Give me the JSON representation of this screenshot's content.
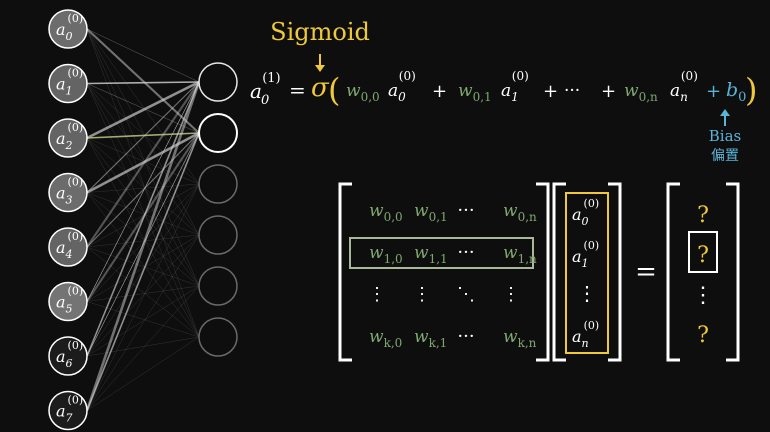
{
  "colors": {
    "background": "#0e0e0e",
    "weight_green": "#7fa86e",
    "sigmoid_yellow": "#f0c93a",
    "bias_blue": "#5ab4d8",
    "neuron_gray": "#8c8c8c",
    "edge": "#cfcfcf"
  },
  "input_layer": {
    "neurons": [
      {
        "label": "a",
        "sub": "0",
        "sup": "(0)",
        "activation": 0.55
      },
      {
        "label": "a",
        "sub": "1",
        "sup": "(0)",
        "activation": 0.5
      },
      {
        "label": "a",
        "sub": "2",
        "sup": "(0)",
        "activation": 0.5
      },
      {
        "label": "a",
        "sub": "3",
        "sup": "(0)",
        "activation": 0.55
      },
      {
        "label": "a",
        "sub": "4",
        "sup": "(0)",
        "activation": 0.5
      },
      {
        "label": "a",
        "sub": "5",
        "sup": "(0)",
        "activation": 0.6
      },
      {
        "label": "a",
        "sub": "6",
        "sup": "(0)",
        "activation": 0.05
      },
      {
        "label": "a",
        "sub": "7",
        "sup": "(0)",
        "activation": 0.05
      }
    ]
  },
  "hidden_layer": {
    "neuron_count": 6,
    "highlighted_index": 1
  },
  "equation": {
    "sigmoid_label": "Sigmoid",
    "lhs": {
      "label": "a",
      "sub": "0",
      "sup": "(1)"
    },
    "equals": "=",
    "sigma": "σ",
    "open_paren": "(",
    "close_paren": ")",
    "terms": [
      {
        "w": "w",
        "w_sub": "0,0",
        "a": "a",
        "a_sub": "0",
        "a_sup": "(0)"
      },
      {
        "w": "w",
        "w_sub": "0,1",
        "a": "a",
        "a_sub": "1",
        "a_sup": "(0)"
      },
      {
        "w": "w",
        "w_sub": "0,n",
        "a": "a",
        "a_sub": "n",
        "a_sup": "(0)"
      }
    ],
    "plus": "+",
    "ellipsis": "···",
    "bias": {
      "label": "b",
      "sub": "0"
    },
    "bias_caption": "Bias",
    "bias_caption_cn": "偏置"
  },
  "matrix": {
    "rows": [
      [
        {
          "w": "w",
          "sub": "0,0"
        },
        {
          "w": "w",
          "sub": "0,1"
        },
        {
          "w": "···",
          "sub": ""
        },
        {
          "w": "w",
          "sub": "0,n"
        }
      ],
      [
        {
          "w": "w",
          "sub": "1,0"
        },
        {
          "w": "w",
          "sub": "1,1"
        },
        {
          "w": "···",
          "sub": ""
        },
        {
          "w": "w",
          "sub": "1,n"
        }
      ],
      [
        {
          "w": "⋮",
          "sub": ""
        },
        {
          "w": "⋮",
          "sub": ""
        },
        {
          "w": "⋱",
          "sub": ""
        },
        {
          "w": "⋮",
          "sub": ""
        }
      ],
      [
        {
          "w": "w",
          "sub": "k,0"
        },
        {
          "w": "w",
          "sub": "k,1"
        },
        {
          "w": "···",
          "sub": ""
        },
        {
          "w": "w",
          "sub": "k,n"
        }
      ]
    ],
    "highlighted_row": 1
  },
  "vector": {
    "entries": [
      {
        "label": "a",
        "sub": "0",
        "sup": "(0)"
      },
      {
        "label": "a",
        "sub": "1",
        "sup": "(0)"
      },
      {
        "label": "⋮",
        "sub": "",
        "sup": ""
      },
      {
        "label": "a",
        "sub": "n",
        "sup": "(0)"
      }
    ]
  },
  "result": {
    "equals": "=",
    "entries": [
      "?",
      "?",
      "⋮",
      "?"
    ],
    "highlighted_index": 1
  }
}
